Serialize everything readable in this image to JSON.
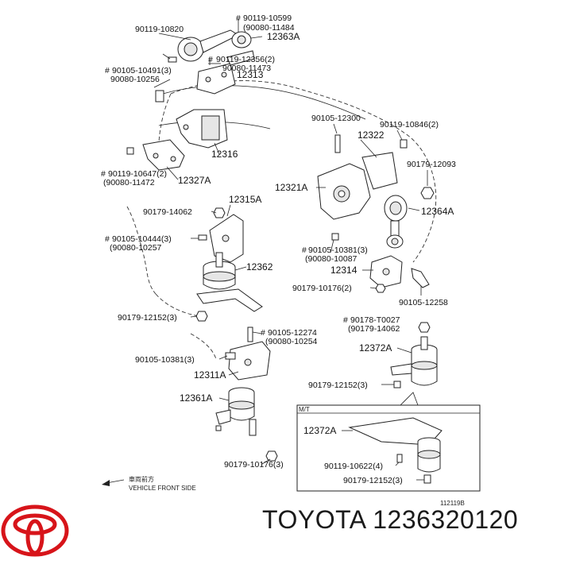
{
  "labels": {
    "p90119_10599": "90119-10599",
    "p90080_11484": "(90080-11484",
    "p90119_10820": "90119-10820",
    "p12363A": "12363A",
    "p90119_12356": "90119-12356(2)",
    "p90080_11473": "90080-11473",
    "p90105_10491": "90105-10491(3)",
    "p90080_10256": "90080-10256",
    "p12313": "12313",
    "p90105_12300": "90105-12300",
    "p90119_10846": "90119-10846(2)",
    "p12322": "12322",
    "p12316": "12316",
    "p90179_12093": "90179-12093",
    "p90119_10647": "90119-10647(2)",
    "p90080_11472": "(90080-11472",
    "p12327A": "12327A",
    "p12321A": "12321A",
    "p12315A": "12315A",
    "p90179_14062a": "90179-14062",
    "p12364A": "12364A",
    "p90105_10444": "90105-10444(3)",
    "p90080_10257": "(90080-10257",
    "p90105_10381a": "90105-10381(3)",
    "p90080_10087": "(90080-10087",
    "p12362": "12362",
    "p12314": "12314",
    "p90179_10176a": "90179-10176(2)",
    "p90105_12258": "90105-12258",
    "p90179_12152a": "90179-12152(3)",
    "p90178_T0027": "90178-T0027",
    "p90179_14062b": "(90179-14062",
    "p90105_12274": "90105-12274",
    "p90080_10254": "(90080-10254",
    "p12372A_a": "12372A",
    "p90105_10381b": "90105-10381(3)",
    "p12311A": "12311A",
    "p90179_12152b": "90179-12152(3)",
    "p12361A": "12361A",
    "mt": "M/T",
    "p12372A_b": "12372A",
    "p90119_10622": "90119-10622(4)",
    "p90179_10176b": "90179-10176(3)",
    "p90179_12152c": "90179-12152(3)",
    "front_jp": "車両前方",
    "front_en": "VEHICLE FRONT SIDE",
    "fig_id": "112119B"
  },
  "brand": {
    "name": "TOYOTA",
    "part_number": "1236320120",
    "logo_color": "#d7141a"
  }
}
